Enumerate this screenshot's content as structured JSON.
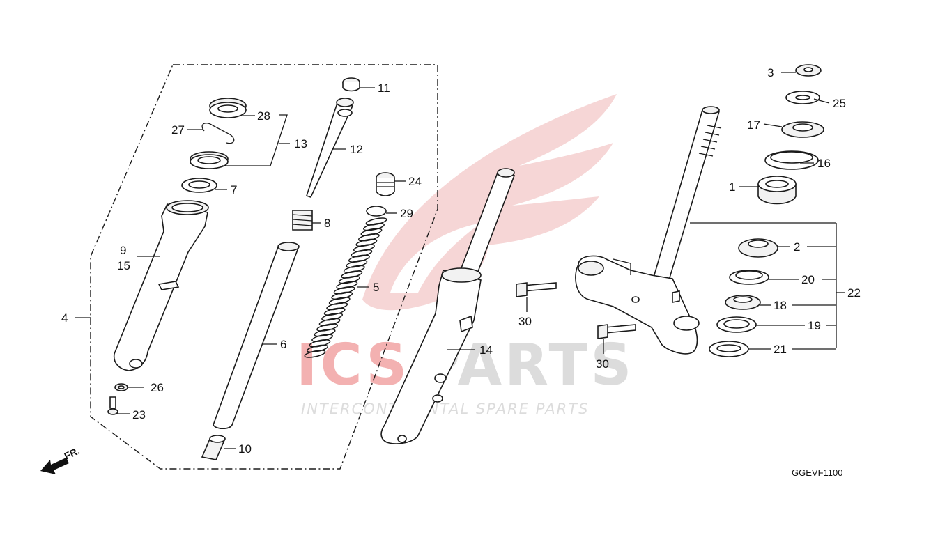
{
  "watermark": {
    "brand_part1": "ICS",
    "brand_part2": "PARTS",
    "tagline": "INTERCONTINENTAL SPARE PARTS",
    "colors": {
      "wing": "#f6d6d6",
      "brand_red": "#f3b1b1",
      "brand_grey": "#dcdcdc"
    }
  },
  "diagram": {
    "code": "GGEVF1100",
    "front_arrow_label": "FR."
  },
  "callouts": [
    {
      "id": "c3",
      "label": "3"
    },
    {
      "id": "c25",
      "label": "25"
    },
    {
      "id": "c17",
      "label": "17"
    },
    {
      "id": "c16",
      "label": "16"
    },
    {
      "id": "c1",
      "label": "1"
    },
    {
      "id": "c2",
      "label": "2"
    },
    {
      "id": "c20",
      "label": "20"
    },
    {
      "id": "c22",
      "label": "22"
    },
    {
      "id": "c18",
      "label": "18"
    },
    {
      "id": "c19",
      "label": "19"
    },
    {
      "id": "c21",
      "label": "21"
    },
    {
      "id": "c30a",
      "label": "30"
    },
    {
      "id": "c30b",
      "label": "30"
    },
    {
      "id": "c14",
      "label": "14"
    },
    {
      "id": "c11",
      "label": "11"
    },
    {
      "id": "c12",
      "label": "12"
    },
    {
      "id": "c24",
      "label": "24"
    },
    {
      "id": "c29",
      "label": "29"
    },
    {
      "id": "c8",
      "label": "8"
    },
    {
      "id": "c5",
      "label": "5"
    },
    {
      "id": "c6",
      "label": "6"
    },
    {
      "id": "c10",
      "label": "10"
    },
    {
      "id": "c28",
      "label": "28"
    },
    {
      "id": "c27",
      "label": "27"
    },
    {
      "id": "c13",
      "label": "13"
    },
    {
      "id": "c7",
      "label": "7"
    },
    {
      "id": "c9",
      "label": "9"
    },
    {
      "id": "c15",
      "label": "15"
    },
    {
      "id": "c4",
      "label": "4"
    },
    {
      "id": "c26",
      "label": "26"
    },
    {
      "id": "c23",
      "label": "23"
    }
  ]
}
